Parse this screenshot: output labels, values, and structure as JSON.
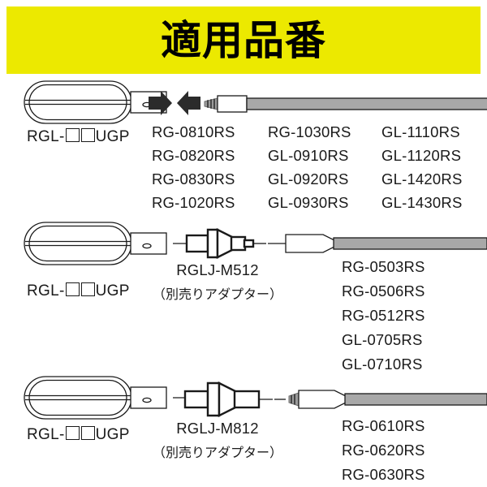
{
  "header": {
    "title": "適用品番",
    "background_color": "#ece900",
    "text_color": "#000000"
  },
  "rows": [
    {
      "id": "row-1",
      "lamp_label_prefix": "RGL-",
      "lamp_label_suffix": "UGP",
      "connector_style": "direct-arrows",
      "codes_columns": [
        [
          "RG-0810RS",
          "RG-0820RS",
          "RG-0830RS",
          "RG-1020RS"
        ],
        [
          "RG-1030RS",
          "GL-0910RS",
          "GL-0920RS",
          "GL-0930RS"
        ],
        [
          "GL-1110RS",
          "GL-1120RS",
          "GL-1420RS",
          "GL-1430RS"
        ]
      ]
    },
    {
      "id": "row-2",
      "lamp_label_prefix": "RGL-",
      "lamp_label_suffix": "UGP",
      "adapter_name": "RGLJ-M512",
      "adapter_note": "（別売りアダプター）",
      "codes_columns": [
        [
          "RG-0503RS",
          "RG-0506RS",
          "RG-0512RS",
          "GL-0705RS",
          "GL-0710RS"
        ]
      ]
    },
    {
      "id": "row-3",
      "lamp_label_prefix": "RGL-",
      "lamp_label_suffix": "UGP",
      "adapter_name": "RGLJ-M812",
      "adapter_note": "（別売りアダプター）",
      "codes_columns": [
        [
          "RG-0610RS",
          "RG-0620RS",
          "RG-0630RS"
        ]
      ]
    }
  ],
  "icons": {
    "arrow_right": "arrow-right-icon",
    "arrow_left": "arrow-left-icon"
  },
  "colors": {
    "banner": "#ece900",
    "cable": "#a8a8a8",
    "line": "#1a1a1a"
  }
}
